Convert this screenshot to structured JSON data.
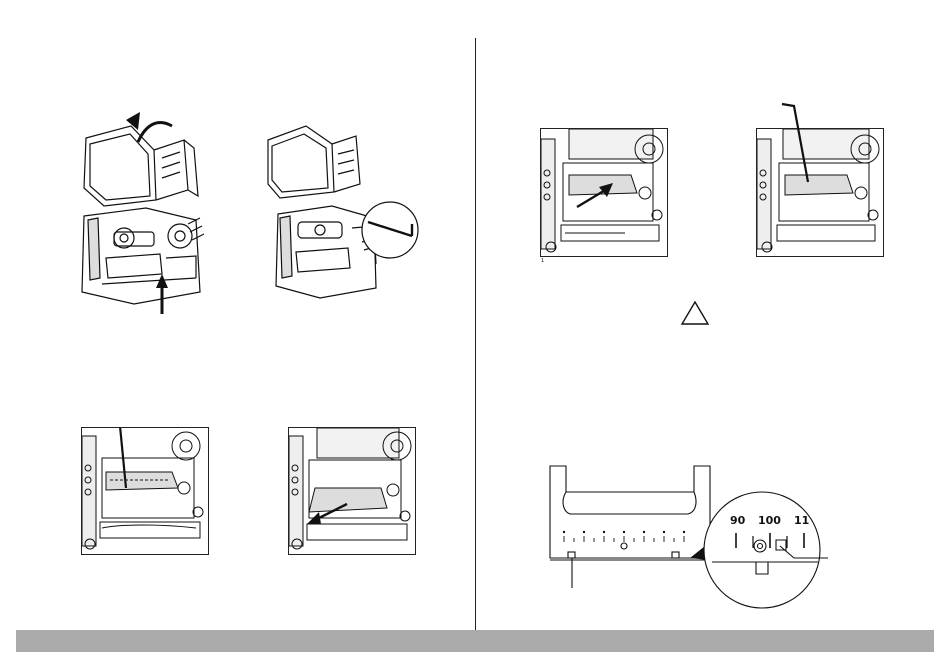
{
  "page": {
    "figure_mark": "1"
  },
  "scale_zoom": {
    "labels": [
      "90",
      "100",
      "11"
    ]
  },
  "icons": {
    "warning": "warning-triangle-icon",
    "arrow": "arrow-icon",
    "hex_key": "hex-key-icon"
  }
}
